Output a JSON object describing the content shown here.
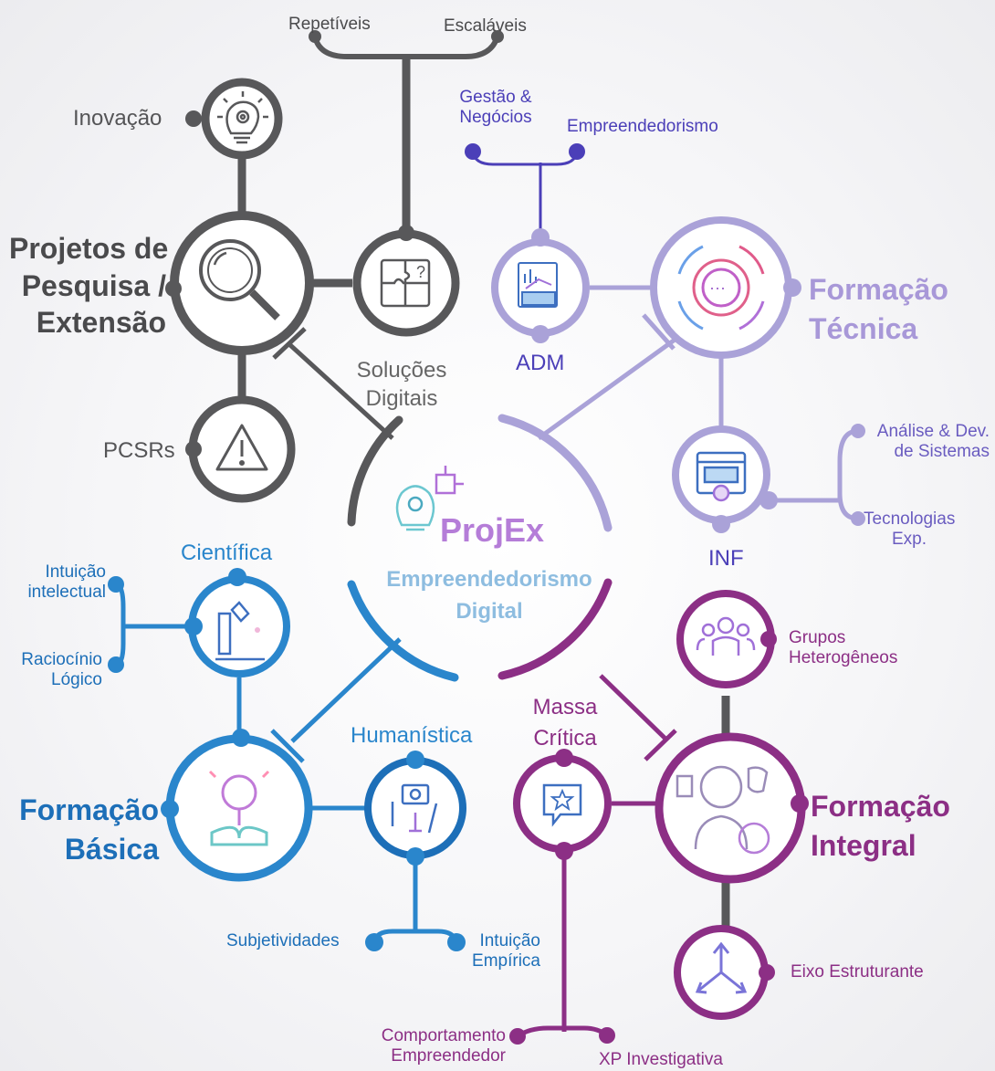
{
  "center": {
    "title": "ProjEx",
    "subtitle_line1": "Empreendedorismo",
    "subtitle_line2": "Digital"
  },
  "research": {
    "title_line1": "Projetos de",
    "title_line2": "Pesquisa /",
    "title_line3": "Extensão",
    "inovacao": "Inovação",
    "pcsrs": "PCSRs",
    "solucoes_line1": "Soluções",
    "solucoes_line2": "Digitais",
    "repetiveis": "Repetíveis",
    "escalaveis": "Escaláveis"
  },
  "tecnica": {
    "title_line1": "Formação",
    "title_line2": "Técnica",
    "adm": "ADM",
    "inf": "INF",
    "gestao_line1": "Gestão &",
    "gestao_line2": "Negócios",
    "empreendedorismo": "Empreendedorismo",
    "analise_line1": "Análise & Dev.",
    "analise_line2": "de Sistemas",
    "tecnologias_line1": "Tecnologias",
    "tecnologias_line2": "Exp."
  },
  "basica": {
    "title_line1": "Formação",
    "title_line2": "Básica",
    "cientifica": "Científica",
    "humanistica": "Humanística",
    "intuicao_int_line1": "Intuição",
    "intuicao_int_line2": "intelectual",
    "raciocinio_line1": "Raciocínio",
    "raciocinio_line2": "Lógico",
    "subjetividades": "Subjetividades",
    "intuicao_emp_line1": "Intuição",
    "intuicao_emp_line2": "Empírica"
  },
  "integral": {
    "title_line1": "Formação",
    "title_line2": "Integral",
    "massa_line1": "Massa",
    "massa_line2": "Crítica",
    "grupos_line1": "Grupos",
    "grupos_line2": "Heterogêneos",
    "eixo": "Eixo Estruturante",
    "comportamento_line1": "Comportamento",
    "comportamento_line2": "Empreendedor",
    "xp": "XP Investigativa"
  },
  "colors": {
    "gray": "#58585a",
    "blue": "#2a86cc",
    "lavender": "#aaa2d8",
    "indigo": "#4b3fb8",
    "magenta": "#8c2f85"
  },
  "icons": [
    "lightbulb-gear-icon",
    "magnifier-icon",
    "puzzle-question-icon",
    "warning-icon",
    "report-chart-icon",
    "gear-cycle-icon",
    "code-window-icon",
    "microscope-icon",
    "book-lightbulb-icon",
    "paintbrush-camera-icon",
    "chat-star-icon",
    "people-group-icon",
    "theater-masks-person-icon",
    "3d-axis-icon"
  ]
}
